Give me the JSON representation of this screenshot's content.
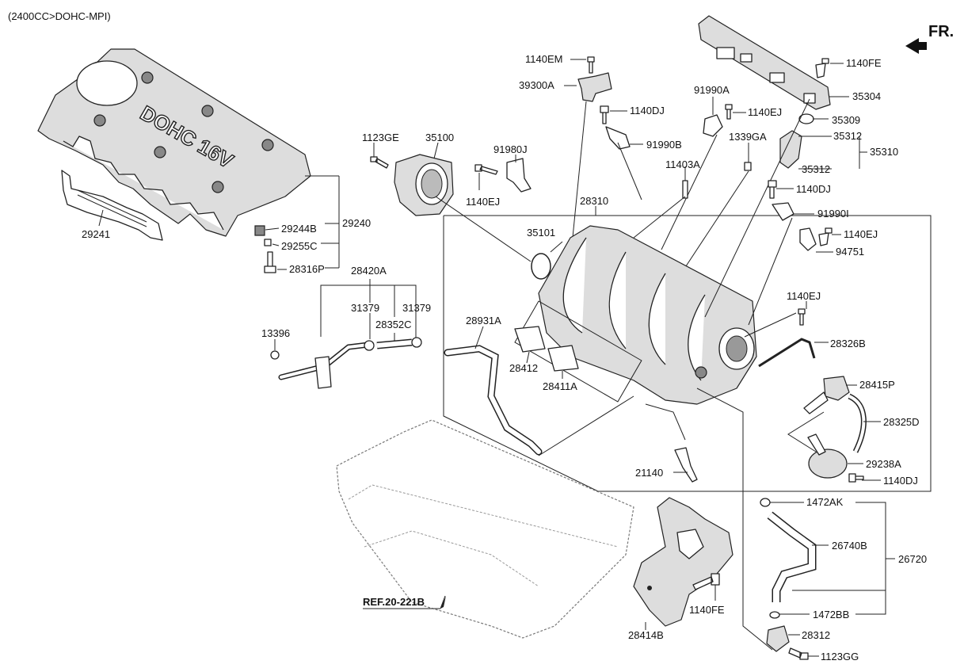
{
  "header": {
    "engine_spec": "(2400CC>DOHC-MPI)",
    "direction": "FR."
  },
  "cover_emblem": "DOHC 16V",
  "reference": {
    "label": "REF.20-221B"
  },
  "labels": {
    "p29241": "29241",
    "p29240": "29240",
    "p29244B": "29244B",
    "p29255C": "29255C",
    "p28316P": "28316P",
    "p1123GE": "1123GE",
    "p35100": "35100",
    "p91980J": "91980J",
    "p1140EJ_a": "1140EJ",
    "p1140EM": "1140EM",
    "p39300A": "39300A",
    "p1140DJ_a": "1140DJ",
    "p91990A": "91990A",
    "p1140EJ_b": "1140EJ",
    "p91990B": "91990B",
    "p1339GA": "1339GA",
    "p11403A": "11403A",
    "p28310": "28310",
    "p35101": "35101",
    "p1140FE_a": "1140FE",
    "p35304": "35304",
    "p35309": "35309",
    "p35312_a": "35312",
    "p35310": "35310",
    "p35312_b": "35312",
    "p1140DJ_b": "1140DJ",
    "p91990I": "91990I",
    "p1140EJ_c": "1140EJ",
    "p94751": "94751",
    "p28420A": "28420A",
    "p31379_a": "31379",
    "p31379_b": "31379",
    "p28352C": "28352C",
    "p13396": "13396",
    "p28931A": "28931A",
    "p28412": "28412",
    "p28411A": "28411A",
    "p1140EJ_d": "1140EJ",
    "p28326B": "28326B",
    "p28415P": "28415P",
    "p28325D": "28325D",
    "p29238A": "29238A",
    "p1140DJ_c": "1140DJ",
    "p21140": "21140",
    "p1472AK": "1472AK",
    "p26740B": "26740B",
    "p26720": "26720",
    "p1472BB": "1472BB",
    "p28312": "28312",
    "p1123GG": "1123GG",
    "p28414B": "28414B",
    "p1140FE_b": "1140FE"
  }
}
